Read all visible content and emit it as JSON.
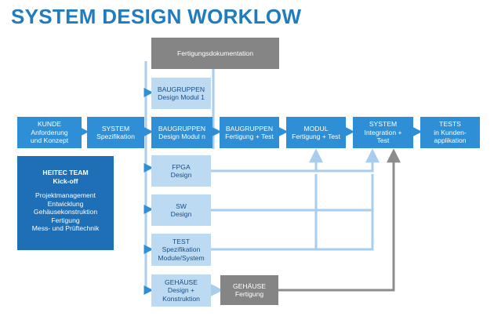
{
  "title": "SYSTEM DESIGN WORKLOW",
  "nodes": {
    "fertigungsdoku": [
      "Fertigungsdokumentation"
    ],
    "kunde": [
      "KUNDE",
      "Anforderung",
      "und Konzept"
    ],
    "system_spez": [
      "SYSTEM",
      "Spezifikation"
    ],
    "bg_modul1": [
      "BAUGRUPPEN",
      "Design Modul 1"
    ],
    "bg_moduln": [
      "BAUGRUPPEN",
      "Design Modul n"
    ],
    "bg_fertigung": [
      "BAUGRUPPEN",
      "Fertigung + Test"
    ],
    "modul": [
      "MODUL",
      "Fertigung + Test"
    ],
    "system_int": [
      "SYSTEM",
      "Integration +",
      "Test"
    ],
    "tests": [
      "TESTS",
      "in Kunden-",
      "applikation"
    ],
    "fpga": [
      "FPGA",
      "Design"
    ],
    "sw": [
      "SW",
      "Design"
    ],
    "test_spez": [
      "TEST",
      "Spezifikation",
      "Module/System"
    ],
    "gehaeuse_design": [
      "GEHÄUSE",
      "Design +",
      "Konstruktion"
    ],
    "gehaeuse_fertigung": [
      "GEHÄUSE",
      "Fertigung"
    ]
  },
  "team": {
    "heading": [
      "HEITEC TEAM",
      "Kick-off"
    ],
    "items": [
      "Projektmanagement",
      "Entwicklung",
      "Gehäusekonstruktion",
      "Fertigung",
      "Mess- und Prüftechnik"
    ]
  },
  "colors": {
    "title": "#1f7cc1",
    "primary_box": "#2e8fd6",
    "light_box": "#bcdaf2",
    "team_box": "#1f6fb6",
    "gray_box": "#858585",
    "connector": "#a9cdec",
    "gray_connector": "#8c8c8c"
  }
}
